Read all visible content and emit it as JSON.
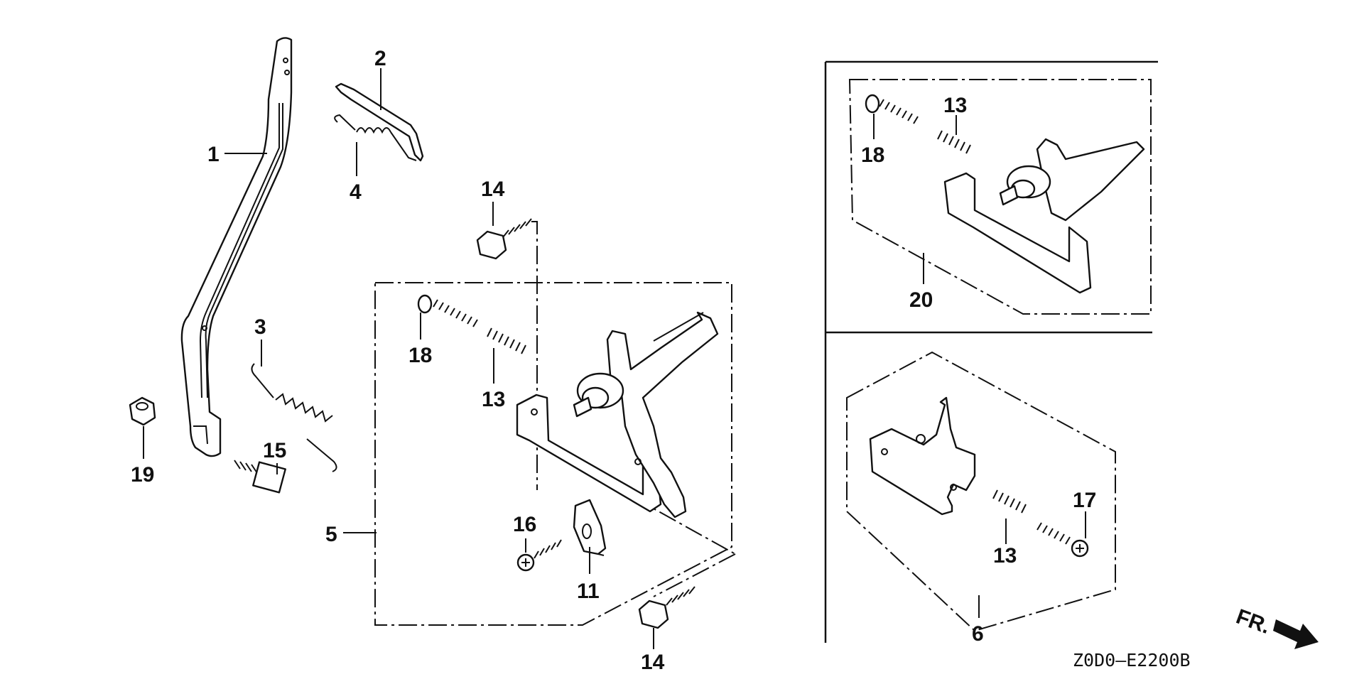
{
  "diagram": {
    "code": "Z0D0—E2200B",
    "direction_label": "FR.",
    "callouts": {
      "c1": "1",
      "c2": "2",
      "c3": "3",
      "c4": "4",
      "c5": "5",
      "c6": "6",
      "c11": "11",
      "c13a": "13",
      "c13b": "13",
      "c13c": "13",
      "c14a": "14",
      "c14b": "14",
      "c15": "15",
      "c16": "16",
      "c17": "17",
      "c18a": "18",
      "c18b": "18",
      "c19": "19",
      "c20": "20"
    }
  }
}
